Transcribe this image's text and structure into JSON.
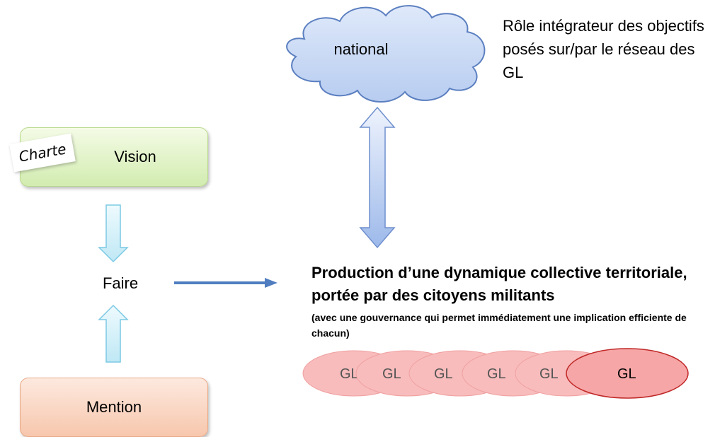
{
  "left": {
    "vision_label": "Vision",
    "charte_label": "Charte",
    "faire_label": "Faire",
    "mention_label": "Mention"
  },
  "top": {
    "national_label": "national",
    "role_text": "Rôle intégrateur des objectifs posés sur/par le réseau des GL"
  },
  "production": {
    "title": "Production d’une dynamique collective territoriale, portée par des citoyens militants",
    "subtitle": "(avec une gouvernance qui permet immédiatement une implication efficiente de chacun)"
  },
  "gl_items": [
    "GL",
    "GL",
    "GL",
    "GL",
    "GL",
    "GL"
  ],
  "colors": {
    "cloud_fill": "#c9daf5",
    "cloud_stroke": "#5b7fc0",
    "arrow_blue": "#a9c3ee",
    "arrow_cyan": "#cdeef8",
    "connector": "#4f7dbf",
    "gl_fill": "#f7b2b2",
    "gl_highlight": "#f6a6a6",
    "gl_highlight_stroke": "#c02828"
  }
}
